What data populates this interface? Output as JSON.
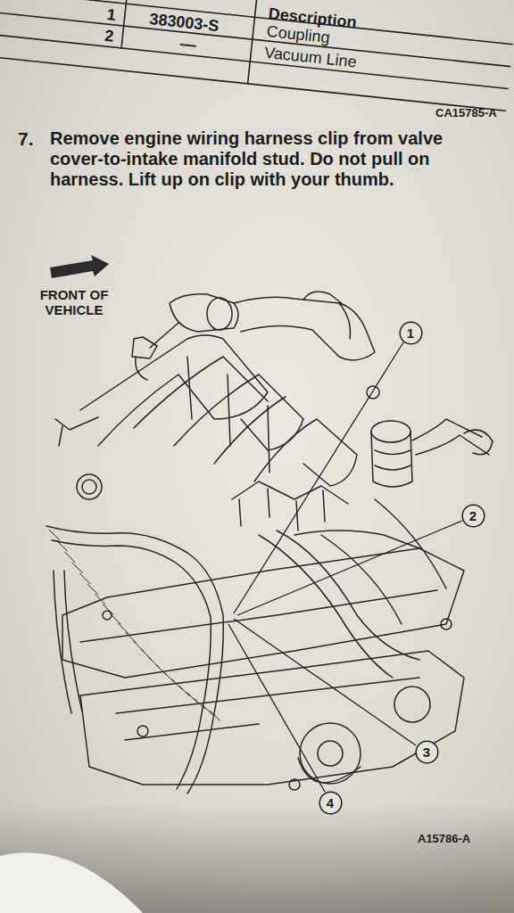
{
  "diagram": {
    "nodes": [
      {
        "text": [
          "1"
        ]
      },
      {
        "text": [
          "2"
        ]
      },
      {
        "text": [
          "3"
        ]
      },
      {
        "text": [
          "4"
        ]
      }
    ],
    "labels": [
      "Description",
      "1",
      "383003-S",
      "Coupling",
      "2",
      "—",
      "Vacuum Line",
      "CA15785-A",
      "7.",
      "Remove engine wiring harness clip from valve cover-to-intake manifold stud. Do not pull on harness. Lift up on clip with your thumb.",
      "FRONT OF VEHICLE",
      "A15786-A"
    ]
  }
}
